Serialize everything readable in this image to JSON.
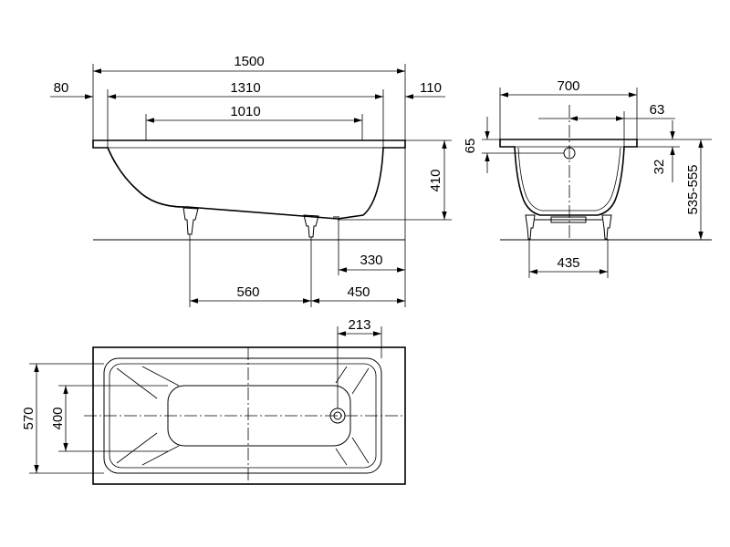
{
  "dimensions": {
    "side_view": {
      "overall_length": "1500",
      "left_rim": "80",
      "inner_length": "1310",
      "right_rim": "110",
      "bottom_length": "1010",
      "height": "410",
      "drain_offset": "330",
      "leg_spacing": "560",
      "leg_offset": "450"
    },
    "end_view": {
      "overall_width": "700",
      "drain_offset": "63",
      "rim_height": "65",
      "drain_height": "32",
      "total_height": "535-555",
      "leg_width": "435"
    },
    "plan_view": {
      "drain_position": "213",
      "outer_width": "570",
      "bottom_width": "400"
    }
  }
}
